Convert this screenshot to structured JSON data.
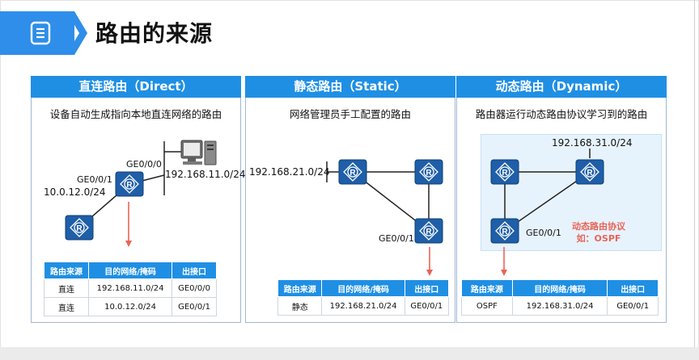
{
  "header": {
    "title": "路由的来源",
    "icon": "document-list-icon",
    "accent": "#2e8ee9"
  },
  "panels": [
    {
      "heading": "直连路由（Direct）",
      "subtitle": "设备自动生成指向本地直连网络的路由",
      "labels": {
        "port_top": "GE0/0/0",
        "port_left": "GE0/0/1",
        "net_left": "10.0.12.0/24",
        "net_right": "192.168.11.0/24"
      },
      "table": {
        "headers": [
          "路由来源",
          "目的网络/掩码",
          "出接口"
        ],
        "rows": [
          [
            "直连",
            "192.168.11.0/24",
            "GE0/0/0"
          ],
          [
            "直连",
            "10.0.12.0/24",
            "GE0/0/1"
          ]
        ]
      }
    },
    {
      "heading": "静态路由（Static）",
      "subtitle": "网络管理员手工配置的路由",
      "labels": {
        "net_left": "192.168.21.0/24",
        "port": "GE0/0/1"
      },
      "table": {
        "headers": [
          "路由来源",
          "目的网络/掩码",
          "出接口"
        ],
        "rows": [
          [
            "静态",
            "192.168.21.0/24",
            "GE0/0/1"
          ]
        ]
      }
    },
    {
      "heading": "动态路由（Dynamic）",
      "subtitle": "路由器运行动态路由协议学习到的路由",
      "labels": {
        "net_top": "192.168.31.0/24",
        "port": "GE0/0/1",
        "protocol_line1": "动态路由协议",
        "protocol_line2": "如：OSPF"
      },
      "table": {
        "headers": [
          "路由来源",
          "目的网络/掩码",
          "出接口"
        ],
        "rows": [
          [
            "OSPF",
            "192.168.31.0/24",
            "GE0/0/1"
          ]
        ]
      }
    }
  ],
  "colors": {
    "panel_header": "#1f8fe4",
    "router": "#1f5ea8",
    "arrow": "#e96457",
    "ospf_area": "#e7f3fc"
  },
  "icons": [
    "router-icon",
    "pc-icon",
    "down-arrow-icon"
  ]
}
